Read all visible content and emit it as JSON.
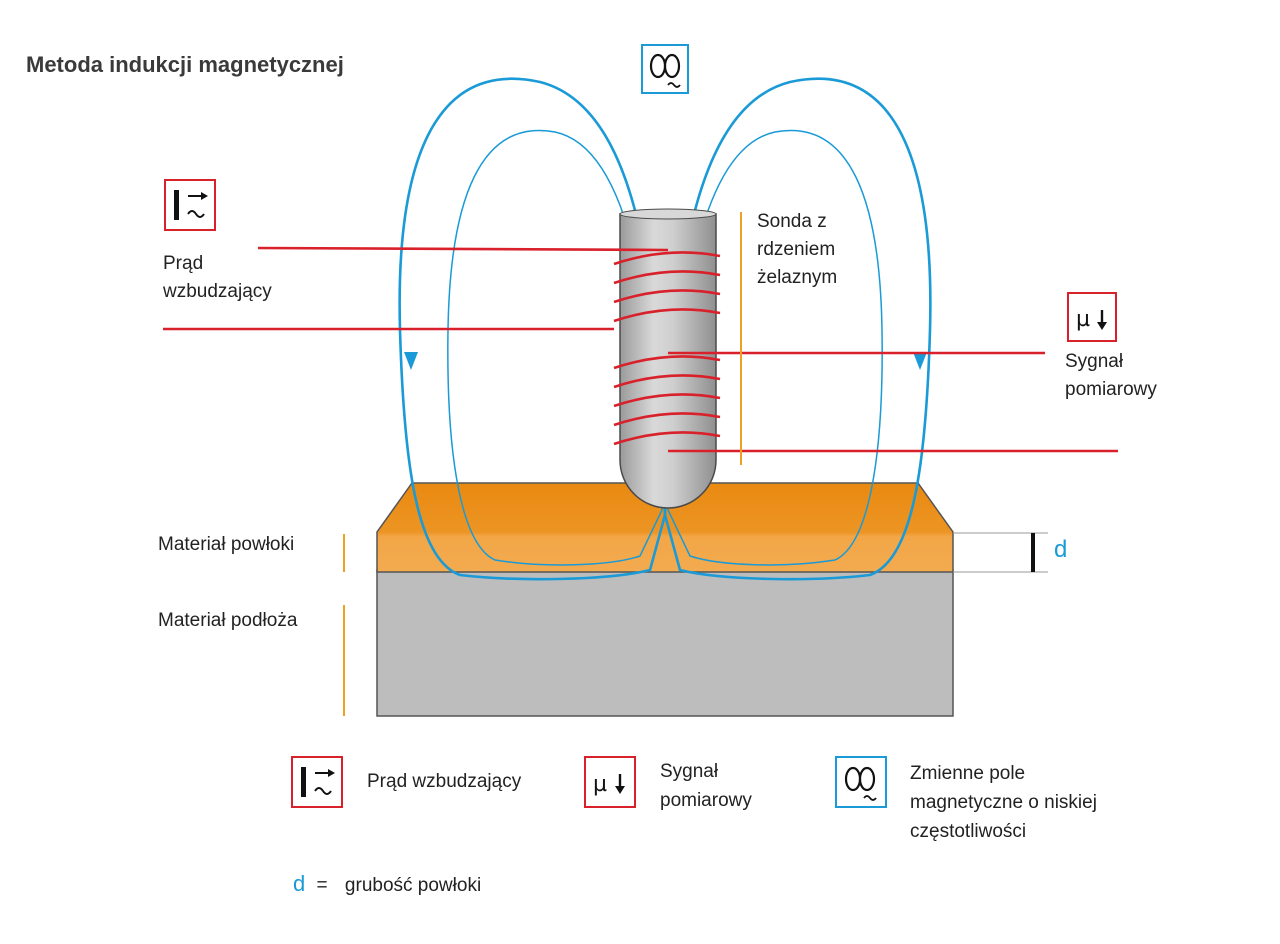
{
  "title": "Metoda indukcji magnetycznej",
  "labels": {
    "excitation_line1": "Prąd",
    "excitation_line2": "wzbudzający",
    "probe_line1": "Sonda z",
    "probe_line2": "rdzeniem",
    "probe_line3": "żelaznym",
    "signal_line1": "Sygnał",
    "signal_line2": "pomiarowy",
    "coating": "Materiał powłoki",
    "substrate": "Materiał podłoża",
    "thickness_symbol": "d"
  },
  "icons": {
    "excitation": "current-source-icon",
    "signal": "mu-down-arrow-icon",
    "field": "double-coil-tilde-icon",
    "excitation_symbol": "I",
    "signal_symbol": "µ"
  },
  "legend": {
    "excitation": "Prąd wzbudzający",
    "signal_line1": "Sygnał",
    "signal_line2": "pomiarowy",
    "field_line1": "Zmienne pole",
    "field_line2": "magnetyczne o niskiej",
    "field_line3": "częstotliwości",
    "d_symbol": "d",
    "d_equals": "=",
    "d_text": "grubość powłoki"
  },
  "colors": {
    "red": "#d9212b",
    "blue": "#1a9ad6",
    "orange": "#e98a10",
    "orange_light": "#f2a33a",
    "gray": "#bdbdbd",
    "probe": "#c4c4c4"
  }
}
